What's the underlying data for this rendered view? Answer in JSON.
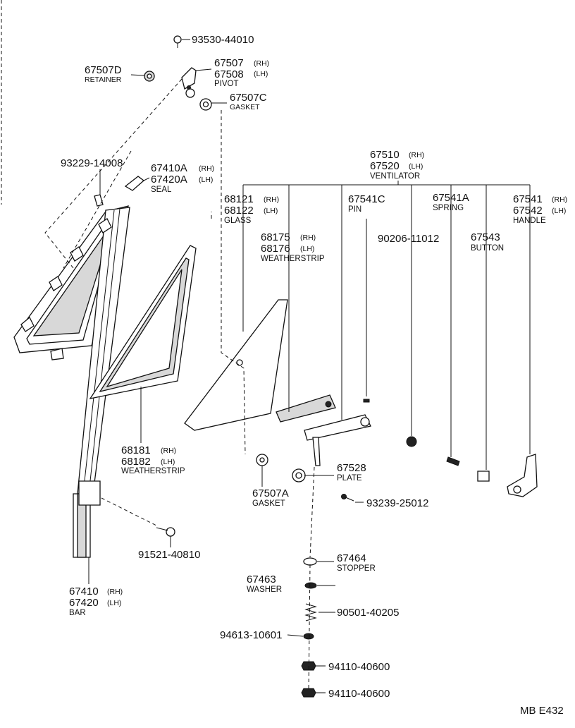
{
  "footer_code": "MB  E432",
  "labels": {
    "screw_top": "93530-44010",
    "retainer_pn": "67507D",
    "retainer_name": "RETAINER",
    "pivot_rh": "67507",
    "pivot_lh": "67508",
    "rh": "(RH)",
    "lh": "(LH)",
    "pivot_name": "PIVOT",
    "gasket_top_pn": "67507C",
    "gasket_name": "GASKET",
    "screw_seal": "93229-14008",
    "seal_rh": "67410A",
    "seal_lh": "67420A",
    "seal_name": "SEAL",
    "vent_rh": "67510",
    "vent_lh": "67520",
    "vent_name": "VENTILATOR",
    "glass_rh": "68121",
    "glass_lh": "68122",
    "glass_name": "GLASS",
    "pin_pn": "67541C",
    "pin_name": "PIN",
    "spring_pn": "67541A",
    "spring_name": "SPRING",
    "handle_rh": "67541",
    "handle_lh": "67542",
    "handle_name": "HANDLE",
    "ws_inner_rh": "68175",
    "ws_inner_lh": "68176",
    "weatherstrip_name": "WEATHERSTRIP",
    "bolt_mid": "90206-11012",
    "button_pn": "67543",
    "button_name": "BUTTON",
    "ws_outer_rh": "68181",
    "ws_outer_lh": "68182",
    "plate_pn": "67528",
    "plate_name": "PLATE",
    "gasket_bot_pn": "67507A",
    "screw_plate": "93239-25012",
    "bolt_bar": "91521-40810",
    "stopper_pn": "67464",
    "stopper_name": "STOPPER",
    "washer_pn": "67463",
    "washer_name": "WASHER",
    "spring_bot": "90501-40205",
    "washer_small": "94613-10601",
    "nut_1": "94110-40600",
    "nut_2": "94110-40600",
    "bar_rh": "67410",
    "bar_lh": "67420",
    "bar_name": "BAR"
  }
}
